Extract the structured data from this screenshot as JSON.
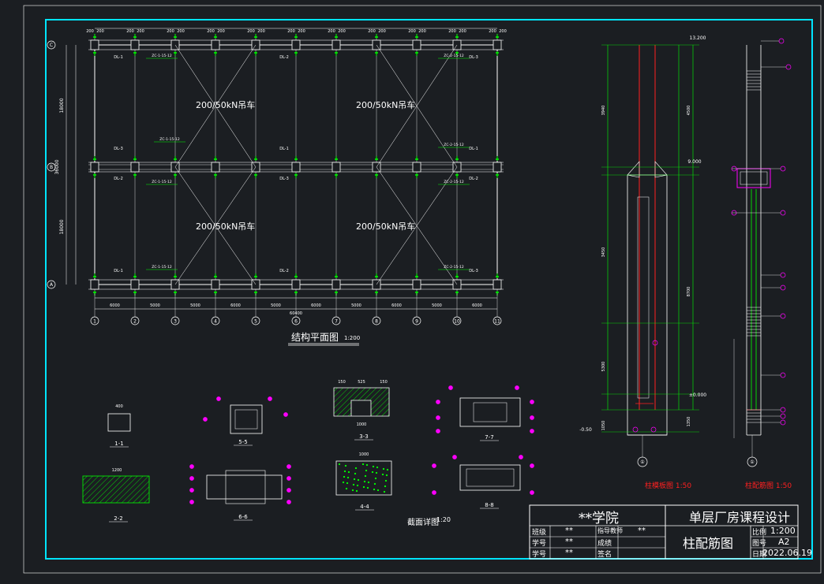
{
  "plan": {
    "title": "结构平面图",
    "scale": "1:200",
    "crane_label": "200/50kN吊车",
    "col_dims": [
      "6000",
      "5000",
      "5000",
      "6000",
      "5000",
      "6000",
      "5000",
      "6000",
      "5000",
      "6000"
    ],
    "total_length": "60400",
    "span_dims": [
      "18000",
      "18000"
    ],
    "total_width": "36000",
    "col_axes": [
      "1",
      "2",
      "3",
      "4",
      "5",
      "6",
      "7",
      "8",
      "9",
      "10",
      "11"
    ],
    "row_axes": [
      "A",
      "B",
      "C"
    ],
    "beam_labels": [
      "DL-1",
      "DL-2",
      "DL-3"
    ],
    "purlin_labels": [
      "ZC-1-15-12",
      "ZC-2-15-12"
    ]
  },
  "sections": {
    "title": "截面详图",
    "scale": "1:20",
    "items": [
      "1-1",
      "2-2",
      "3-3",
      "4-4",
      "5-5",
      "6-6",
      "7-7",
      "8-8"
    ],
    "dims": {
      "d400": "400",
      "d1200": "1200",
      "d1000": "1000",
      "d150": "150",
      "d525": "525"
    }
  },
  "column": {
    "elevations": [
      "13.200",
      "9.000",
      "±0.000",
      "-0.50"
    ],
    "dims_left": [
      "3940",
      "3450",
      "5300",
      "1050"
    ],
    "dims_right": [
      "4500",
      "8700",
      "1350"
    ],
    "left_title": "柱模板图 1:50",
    "right_title": "柱配筋图 1:50"
  },
  "title_block": {
    "school": "**学院",
    "course": "单层厂房课程设计",
    "drawing_name": "柱配筋图",
    "rows": [
      {
        "label": "班级",
        "value": "**"
      },
      {
        "label": "学号",
        "value": "**"
      },
      {
        "label": "学号",
        "value": "**"
      }
    ],
    "mid_rows": [
      {
        "label": "指导教师",
        "value": "**"
      },
      {
        "label": "成绩",
        "value": ""
      },
      {
        "label": "签名",
        "value": ""
      }
    ],
    "scale_label": "比例",
    "scale_value": "1:200",
    "sheet_label": "图号",
    "sheet_value": "A2",
    "date_label": "日期",
    "date_value": "2022.06.19"
  },
  "colors": {
    "background": "#1b1e22",
    "frame": "#00e5ff",
    "line": "#ffffff",
    "rebar": "#ff00ff",
    "green": "#00ff00",
    "red": "#ff2020"
  }
}
